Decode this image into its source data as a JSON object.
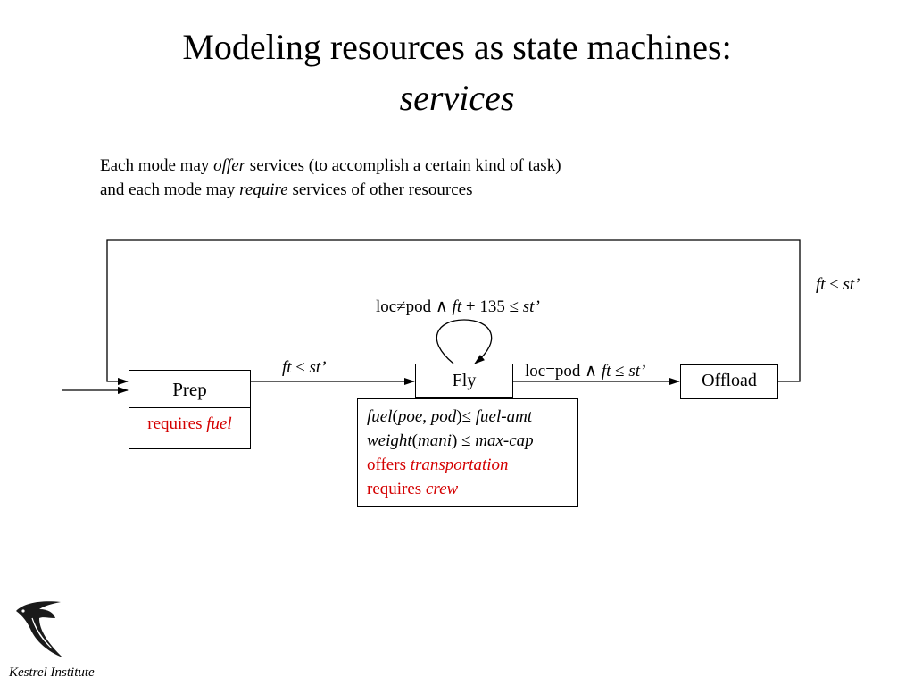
{
  "slide": {
    "title_line1": "Modeling resources as state machines:",
    "title_line2": "services",
    "intro": {
      "line1_pre": "Each mode may ",
      "line1_em": "offer",
      "line1_post": " services (to accomplish a certain kind of task)",
      "line2_pre": "and each mode may ",
      "line2_em": "require",
      "line2_post": " services of other resources"
    }
  },
  "diagram": {
    "states": {
      "prep": "Prep",
      "fly": "Fly",
      "offload": "Offload"
    },
    "prep_box": {
      "requires": "requires",
      "service": "fuel"
    },
    "fly_box": {
      "line1_a": "fuel",
      "line1_b": "(",
      "line1_c": "poe",
      "line1_d": ", ",
      "line1_e": "pod",
      "line1_f": ")≤ ",
      "line1_g": "fuel-amt",
      "line2_a": "weight",
      "line2_b": "(",
      "line2_c": "mani",
      "line2_d": ") ≤ ",
      "line2_e": "max-cap",
      "offers": "offers",
      "offers_service": "transportation",
      "requires": "requires",
      "requires_service": "crew"
    },
    "transitions": {
      "prep_to_fly": {
        "var1": "ft",
        "op": " ≤ ",
        "var2": "st’"
      },
      "fly_self": {
        "cond": "loc≠pod ∧ ",
        "var1": "ft",
        "rest": " + 135 ≤ ",
        "var2": "st’"
      },
      "fly_to_offload": {
        "cond": "loc=pod ∧ ",
        "var1": "ft",
        "op": " ≤ ",
        "var2": "st’"
      },
      "offload_to_prep": {
        "var1": "ft",
        "op": " ≤ ",
        "var2": "st’"
      }
    }
  },
  "footer": {
    "logo_icon": "kestrel-bird-icon",
    "org": "Kestrel Institute"
  }
}
